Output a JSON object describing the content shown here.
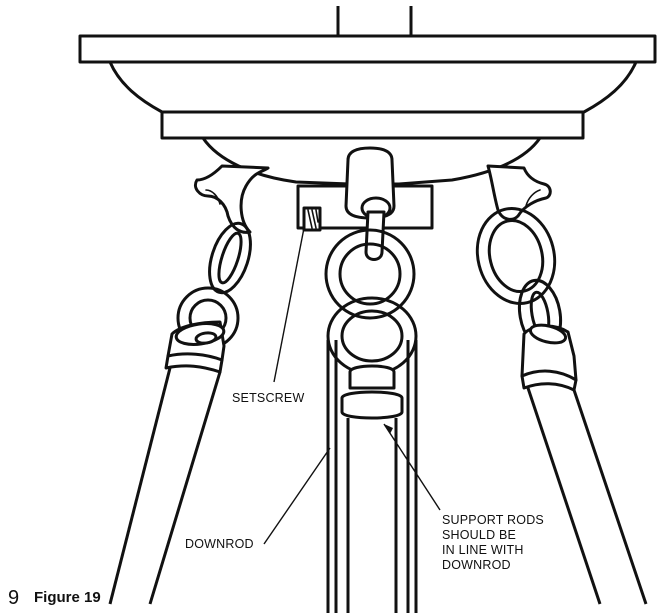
{
  "page_number": "9",
  "figure_label": "Figure 19",
  "labels": {
    "setscrew": "SETSCREW",
    "downrod": "DOWNROD",
    "support_rods_line1": "SUPPORT RODS",
    "support_rods_line2": "SHOULD BE",
    "support_rods_line3": "IN LINE WITH",
    "support_rods_line4": "DOWNROD"
  }
}
